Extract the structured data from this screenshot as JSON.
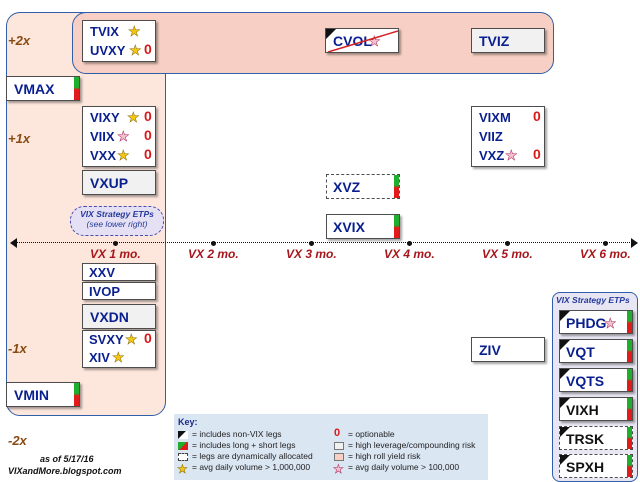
{
  "y_axis_labels": {
    "plus2": "+2x",
    "plus1": "+1x",
    "minus1": "-1x",
    "minus2": "-2x"
  },
  "x_axis_labels": [
    "VX 1 mo.",
    "VX 2 mo.",
    "VX 3 mo.",
    "VX 4 mo.",
    "VX 5 mo.",
    "VX 6 mo."
  ],
  "tickers": {
    "tvix": "TVIX",
    "uvxy": "UVXY",
    "cvol": "CVOL",
    "tviz": "TVIZ",
    "vmax": "VMAX",
    "vixy": "VIXY",
    "viix": "VIIX",
    "vxx": "VXX",
    "vxup": "VXUP",
    "vixm": "VIXM",
    "viiz": "VIIZ",
    "vxz": "VXZ",
    "xvz": "XVZ",
    "xvix": "XVIX",
    "xxv": "XXV",
    "ivop": "IVOP",
    "vxdn": "VXDN",
    "svxy": "SVXY",
    "xiv": "XIV",
    "ziv": "ZIV",
    "vmin": "VMIN"
  },
  "optionable_mark": "0",
  "strategy_note": {
    "title": "VIX Strategy ETPs",
    "subtitle": "(see lower right)"
  },
  "strategy_panel": {
    "title": "VIX Strategy ETPs",
    "items": [
      "PHDG",
      "VQT",
      "VQTS",
      "VIXH",
      "TRSK",
      "SPXH"
    ]
  },
  "key": {
    "title": "Key:",
    "left": [
      "= includes non-VIX legs",
      "= includes long + short legs",
      "= legs are dynamically allocated",
      "= avg daily volume > 1,000,000"
    ],
    "right": [
      "= optionable",
      "= high leverage/compounding risk",
      "= high roll yield risk",
      "= avg daily volume > 100,000"
    ]
  },
  "footer": {
    "date": "as of 5/17/16",
    "source": "VIXandMore.blogspot.com"
  },
  "colors": {
    "region_border": "#2f5fa8",
    "region_fill": "#fcd9cc",
    "gray_region_fill": "#f3f0f7",
    "ticker": "#0a1f8f",
    "axis_label": "#a6161c",
    "y_label": "#8a4b13",
    "optionable": "#d81a1a"
  }
}
